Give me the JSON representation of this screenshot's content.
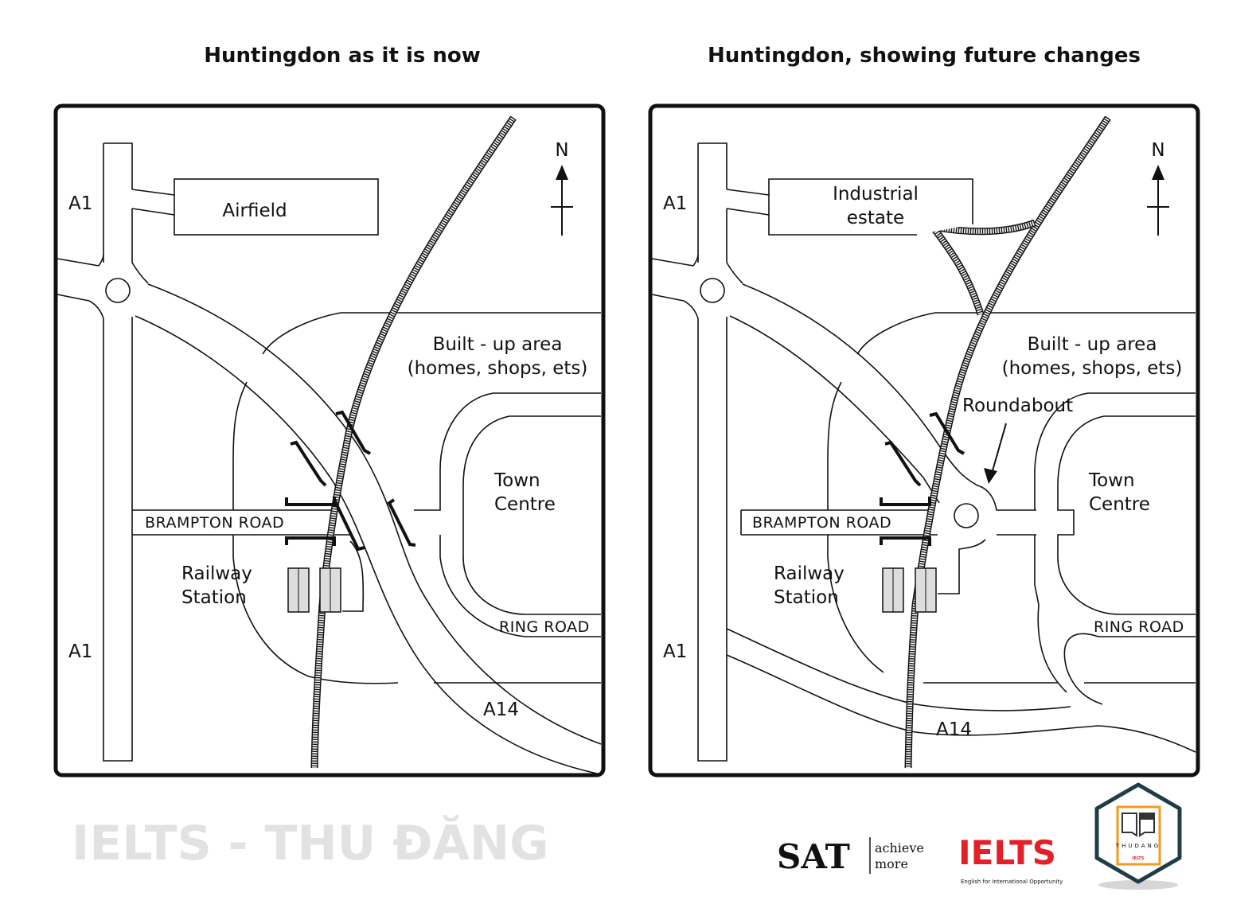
{
  "maps": [
    {
      "title": "Huntingdon as it is now",
      "north": "N",
      "a1_top": "A1",
      "a1_bottom": "A1",
      "feature": "Airfield",
      "built_up": [
        "Built - up area",
        "(homes, shops, ets)"
      ],
      "town_centre": [
        "Town",
        "Centre"
      ],
      "brampton_road": "BRAMPTON ROAD",
      "railway_station": [
        "Railway",
        "Station"
      ],
      "ring_road": "RING ROAD",
      "a14": "A14"
    },
    {
      "title": "Huntingdon, showing future changes",
      "north": "N",
      "a1_top": "A1",
      "a1_bottom": "A1",
      "feature": [
        "Industrial",
        "estate"
      ],
      "built_up": [
        "Built - up area",
        "(homes, shops, ets)"
      ],
      "roundabout": "Roundabout",
      "town_centre": [
        "Town",
        "Centre"
      ],
      "brampton_road": "BRAMPTON ROAD",
      "railway_station": [
        "Railway",
        "Station"
      ],
      "ring_road": "RING ROAD",
      "a14": "A14"
    }
  ],
  "watermark": "IELTS - THU ĐĂNG",
  "logos": {
    "sat": "SAT",
    "sat_tagline": [
      "achieve",
      "more"
    ],
    "ielts": "IELTS",
    "ielts_tagline": "English for International Opportunity",
    "thudang": "THUDANG",
    "thudang_sub": "IELTS"
  },
  "colors": {
    "ielts_red": "#e32027",
    "badge_teal": "#1f3d47",
    "badge_orange": "#f39a1f"
  }
}
